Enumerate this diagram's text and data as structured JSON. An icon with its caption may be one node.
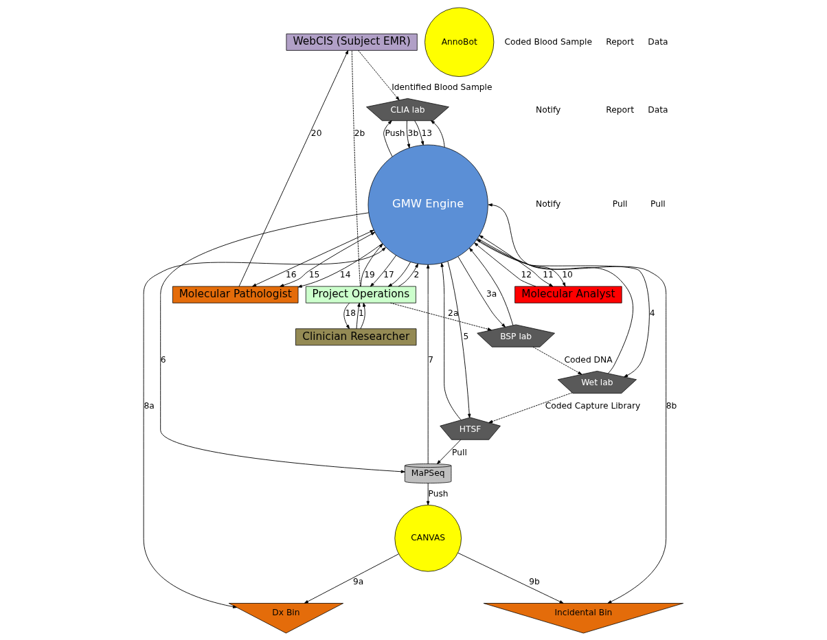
{
  "diagram": {
    "nodes": [
      {
        "text": [
          "WebCIS (Subject EMR)"
        ]
      },
      {
        "text": [
          "Molecular Pathologist"
        ]
      },
      {
        "text": [
          "Clinician Researcher"
        ]
      },
      {
        "text": [
          "Project Operations"
        ]
      },
      {
        "text": [
          "CLIA lab"
        ]
      },
      {
        "text": [
          "GMW Engine"
        ]
      },
      {
        "text": [
          "BSP lab"
        ]
      },
      {
        "text": [
          "Molecular Analyst"
        ]
      },
      {
        "text": [
          "Wet lab"
        ]
      },
      {
        "text": [
          "HTSF"
        ]
      },
      {
        "text": [
          "Dx Bin"
        ]
      },
      {
        "text": [
          "Incidental Bin"
        ]
      },
      {
        "text": [
          "MaPSeq"
        ]
      },
      {
        "text": [
          "CANVAS"
        ]
      },
      {
        "text": [
          "AnnoBot"
        ]
      }
    ],
    "edges": [
      {
        "from": 2,
        "to": 3,
        "arrow": "to",
        "label": "1"
      },
      {
        "from": 3,
        "to": 2,
        "arrow": "to",
        "label": "18"
      },
      {
        "from": 2,
        "to": 3,
        "arrow": "to"
      },
      {
        "from": 3,
        "to": 0,
        "arrow": "none",
        "label": "2b",
        "style": "dashed"
      },
      {
        "from": 0,
        "to": 4,
        "arrow": "to",
        "label": "Identified Blood Sample",
        "style": "dashed"
      },
      {
        "from": 3,
        "to": 6,
        "arrow": "to",
        "label": "2a",
        "style": "dashed"
      },
      {
        "from": 5,
        "to": 3,
        "arrow": "to"
      },
      {
        "from": 3,
        "to": 5,
        "arrow": "to",
        "label": "2"
      },
      {
        "from": 5,
        "to": 3,
        "arrow": "to",
        "label": "17"
      },
      {
        "from": 3,
        "to": 5,
        "arrow": "to",
        "label": "19"
      },
      {
        "from": 1,
        "to": 0,
        "arrow": "to",
        "label": "20"
      },
      {
        "from": 1,
        "to": 5,
        "arrow": "both",
        "label": "16"
      },
      {
        "from": 1,
        "to": 5,
        "arrow": "both",
        "label": "15"
      },
      {
        "from": 5,
        "to": 1,
        "arrow": "to",
        "label": "14"
      },
      {
        "from": 5,
        "to": 4,
        "arrow": "to"
      },
      {
        "from": 4,
        "to": 5,
        "arrow": "to",
        "label": "3b"
      },
      {
        "from": 4,
        "to": 5,
        "arrow": "to",
        "label": "13"
      },
      {
        "from": 5,
        "to": 4,
        "arrow": "to",
        "label": "Push"
      },
      {
        "from": 7,
        "to": 5,
        "arrow": "to",
        "label": "12"
      },
      {
        "from": 5,
        "to": 7,
        "arrow": "both",
        "label": "11"
      },
      {
        "from": 5,
        "to": 7,
        "arrow": "to",
        "label": "10"
      },
      {
        "from": 5,
        "to": 6,
        "arrow": "to",
        "label": "3a"
      },
      {
        "from": 6,
        "to": 5,
        "arrow": "to"
      },
      {
        "from": 6,
        "to": 8,
        "arrow": "to",
        "label": "Coded DNA",
        "style": "dashed"
      },
      {
        "from": 5,
        "to": 8,
        "arrow": "to",
        "label": "4"
      },
      {
        "from": 8,
        "to": 5,
        "arrow": "to"
      },
      {
        "from": 8,
        "to": 9,
        "arrow": "to",
        "label": "Coded Capture Library",
        "style": "dashed"
      },
      {
        "from": 5,
        "to": 9,
        "arrow": "to",
        "label": "5"
      },
      {
        "from": 9,
        "to": 5,
        "arrow": "to"
      },
      {
        "from": 5,
        "to": 12,
        "arrow": "to",
        "label": "6"
      },
      {
        "from": 12,
        "to": 5,
        "arrow": "to",
        "label": "7"
      },
      {
        "from": 5,
        "to": 10,
        "arrow": "both",
        "label": "8a"
      },
      {
        "from": 5,
        "to": 11,
        "arrow": "both",
        "label": "8b"
      },
      {
        "from": 13,
        "to": 10,
        "arrow": "to",
        "label": "9a"
      },
      {
        "from": 13,
        "to": 11,
        "arrow": "to",
        "label": "9b"
      },
      {
        "from": 9,
        "to": 12,
        "arrow": "to",
        "label": "Pull"
      },
      {
        "from": 12,
        "to": 13,
        "arrow": "to",
        "label": "Push"
      }
    ],
    "labels": [
      "Coded Blood Sample",
      "Report",
      "Data",
      "Notify",
      "Report",
      "Data",
      "Notify",
      "Pull",
      "Pull"
    ]
  }
}
